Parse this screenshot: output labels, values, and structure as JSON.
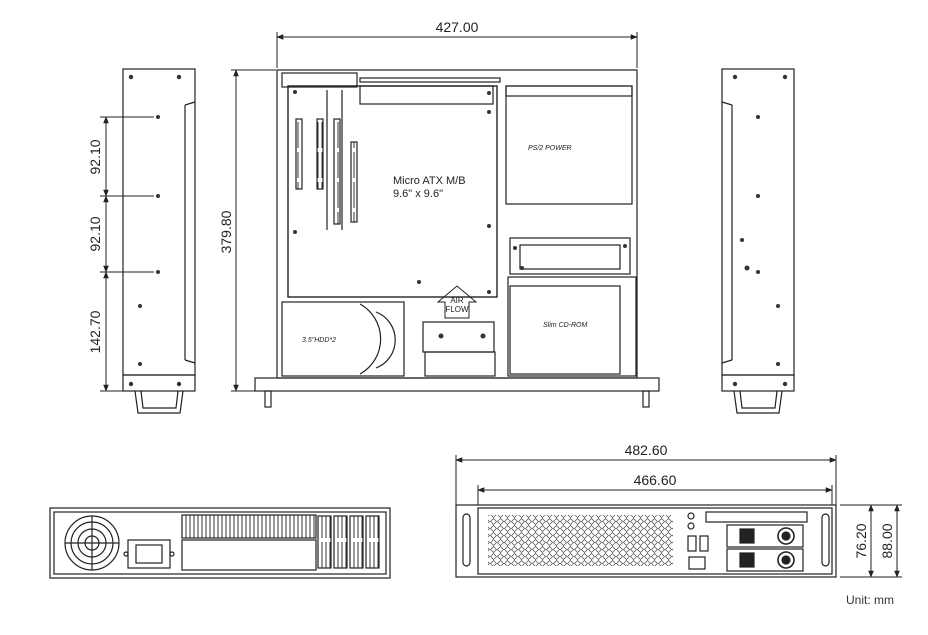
{
  "dimensions": {
    "width_427": "427.00",
    "depth_379": "379.80",
    "side_9210_a": "92.10",
    "side_9210_b": "92.10",
    "side_14270": "142.70",
    "overall_48260": "482.60",
    "body_46660": "466.60",
    "height_7620": "76.20",
    "height_8800": "88.00"
  },
  "labels": {
    "mb_name": "Micro ATX M/B",
    "mb_size": "9.6\" x 9.6\"",
    "psu": "PS/2 POWER",
    "hdd": "3.5\"HDD*2",
    "cdrom": "Slim CD-ROM",
    "airflow_1": "AIR",
    "airflow_2": "FLOW"
  },
  "unit_label": "Unit: mm"
}
